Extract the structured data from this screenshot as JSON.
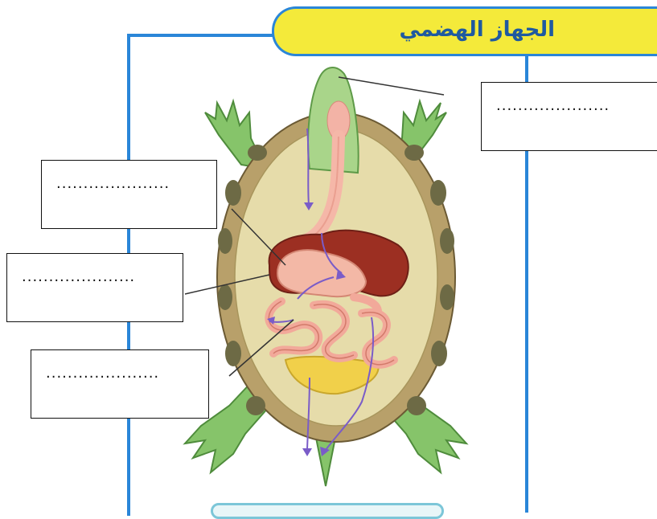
{
  "title": "الجهاز الهضمي",
  "label_boxes": [
    {
      "name": "label-box-mouth",
      "text": "....................."
    },
    {
      "name": "label-box-esophagus",
      "text": "....................."
    },
    {
      "name": "label-box-stomach",
      "text": "....................."
    },
    {
      "name": "label-box-intestine",
      "text": "....................."
    }
  ],
  "colors": {
    "frame": "#2a86d8",
    "title_background": "#f4ea3a",
    "title_text": "#1f5aa0",
    "digestive_arrow": "#7a5cc8"
  }
}
